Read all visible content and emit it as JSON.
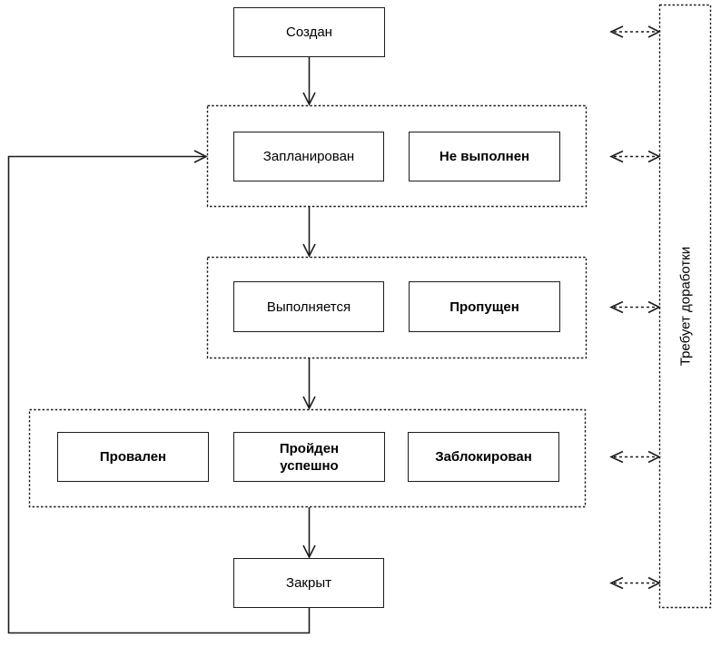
{
  "diagram": {
    "description": "Test case state flow diagram",
    "colors": {
      "background": "#ffffff",
      "line": "#1c1c1c",
      "box_fill": "#ffffff",
      "text": "#000000"
    },
    "nodes": {
      "created": {
        "label": "Создан",
        "emphasis": "normal"
      },
      "planned": {
        "label": "Запланирован",
        "emphasis": "normal"
      },
      "not_executed": {
        "label": "Не выполнен",
        "emphasis": "bold"
      },
      "in_progress": {
        "label": "Выполняется",
        "emphasis": "normal"
      },
      "skipped": {
        "label": "Пропущен",
        "emphasis": "bold"
      },
      "failed": {
        "label": "Провален",
        "emphasis": "bold"
      },
      "passed": {
        "label": "Пройден успешно",
        "emphasis": "bold"
      },
      "blocked": {
        "label": "Заблокирован",
        "emphasis": "bold"
      },
      "closed": {
        "label": "Закрыт",
        "emphasis": "normal"
      },
      "rework": {
        "label": "Требует доработки",
        "emphasis": "normal"
      }
    },
    "groups": [
      {
        "name": "planned-row",
        "members": [
          "planned",
          "not_executed"
        ],
        "outline": "dashed"
      },
      {
        "name": "execution-row",
        "members": [
          "in_progress",
          "skipped"
        ],
        "outline": "dashed"
      },
      {
        "name": "result-row",
        "members": [
          "failed",
          "passed",
          "blocked"
        ],
        "outline": "dashed"
      },
      {
        "name": "rework-column",
        "members": [
          "rework"
        ],
        "outline": "dashed"
      }
    ],
    "edges": [
      {
        "from": "created",
        "to": "planned-row",
        "style": "solid-arrow"
      },
      {
        "from": "planned-row",
        "to": "execution-row",
        "style": "solid-arrow"
      },
      {
        "from": "execution-row",
        "to": "result-row",
        "style": "solid-arrow"
      },
      {
        "from": "result-row",
        "to": "closed",
        "style": "solid-arrow"
      },
      {
        "from": "closed",
        "to": "planned-row",
        "style": "solid-arrow-loop-left"
      },
      {
        "from": "rework-column",
        "to": "created",
        "style": "dashed-double-arrow"
      },
      {
        "from": "rework-column",
        "to": "planned-row",
        "style": "dashed-double-arrow"
      },
      {
        "from": "rework-column",
        "to": "execution-row",
        "style": "dashed-double-arrow"
      },
      {
        "from": "rework-column",
        "to": "result-row",
        "style": "dashed-double-arrow"
      },
      {
        "from": "rework-column",
        "to": "closed",
        "style": "dashed-double-arrow"
      }
    ]
  }
}
